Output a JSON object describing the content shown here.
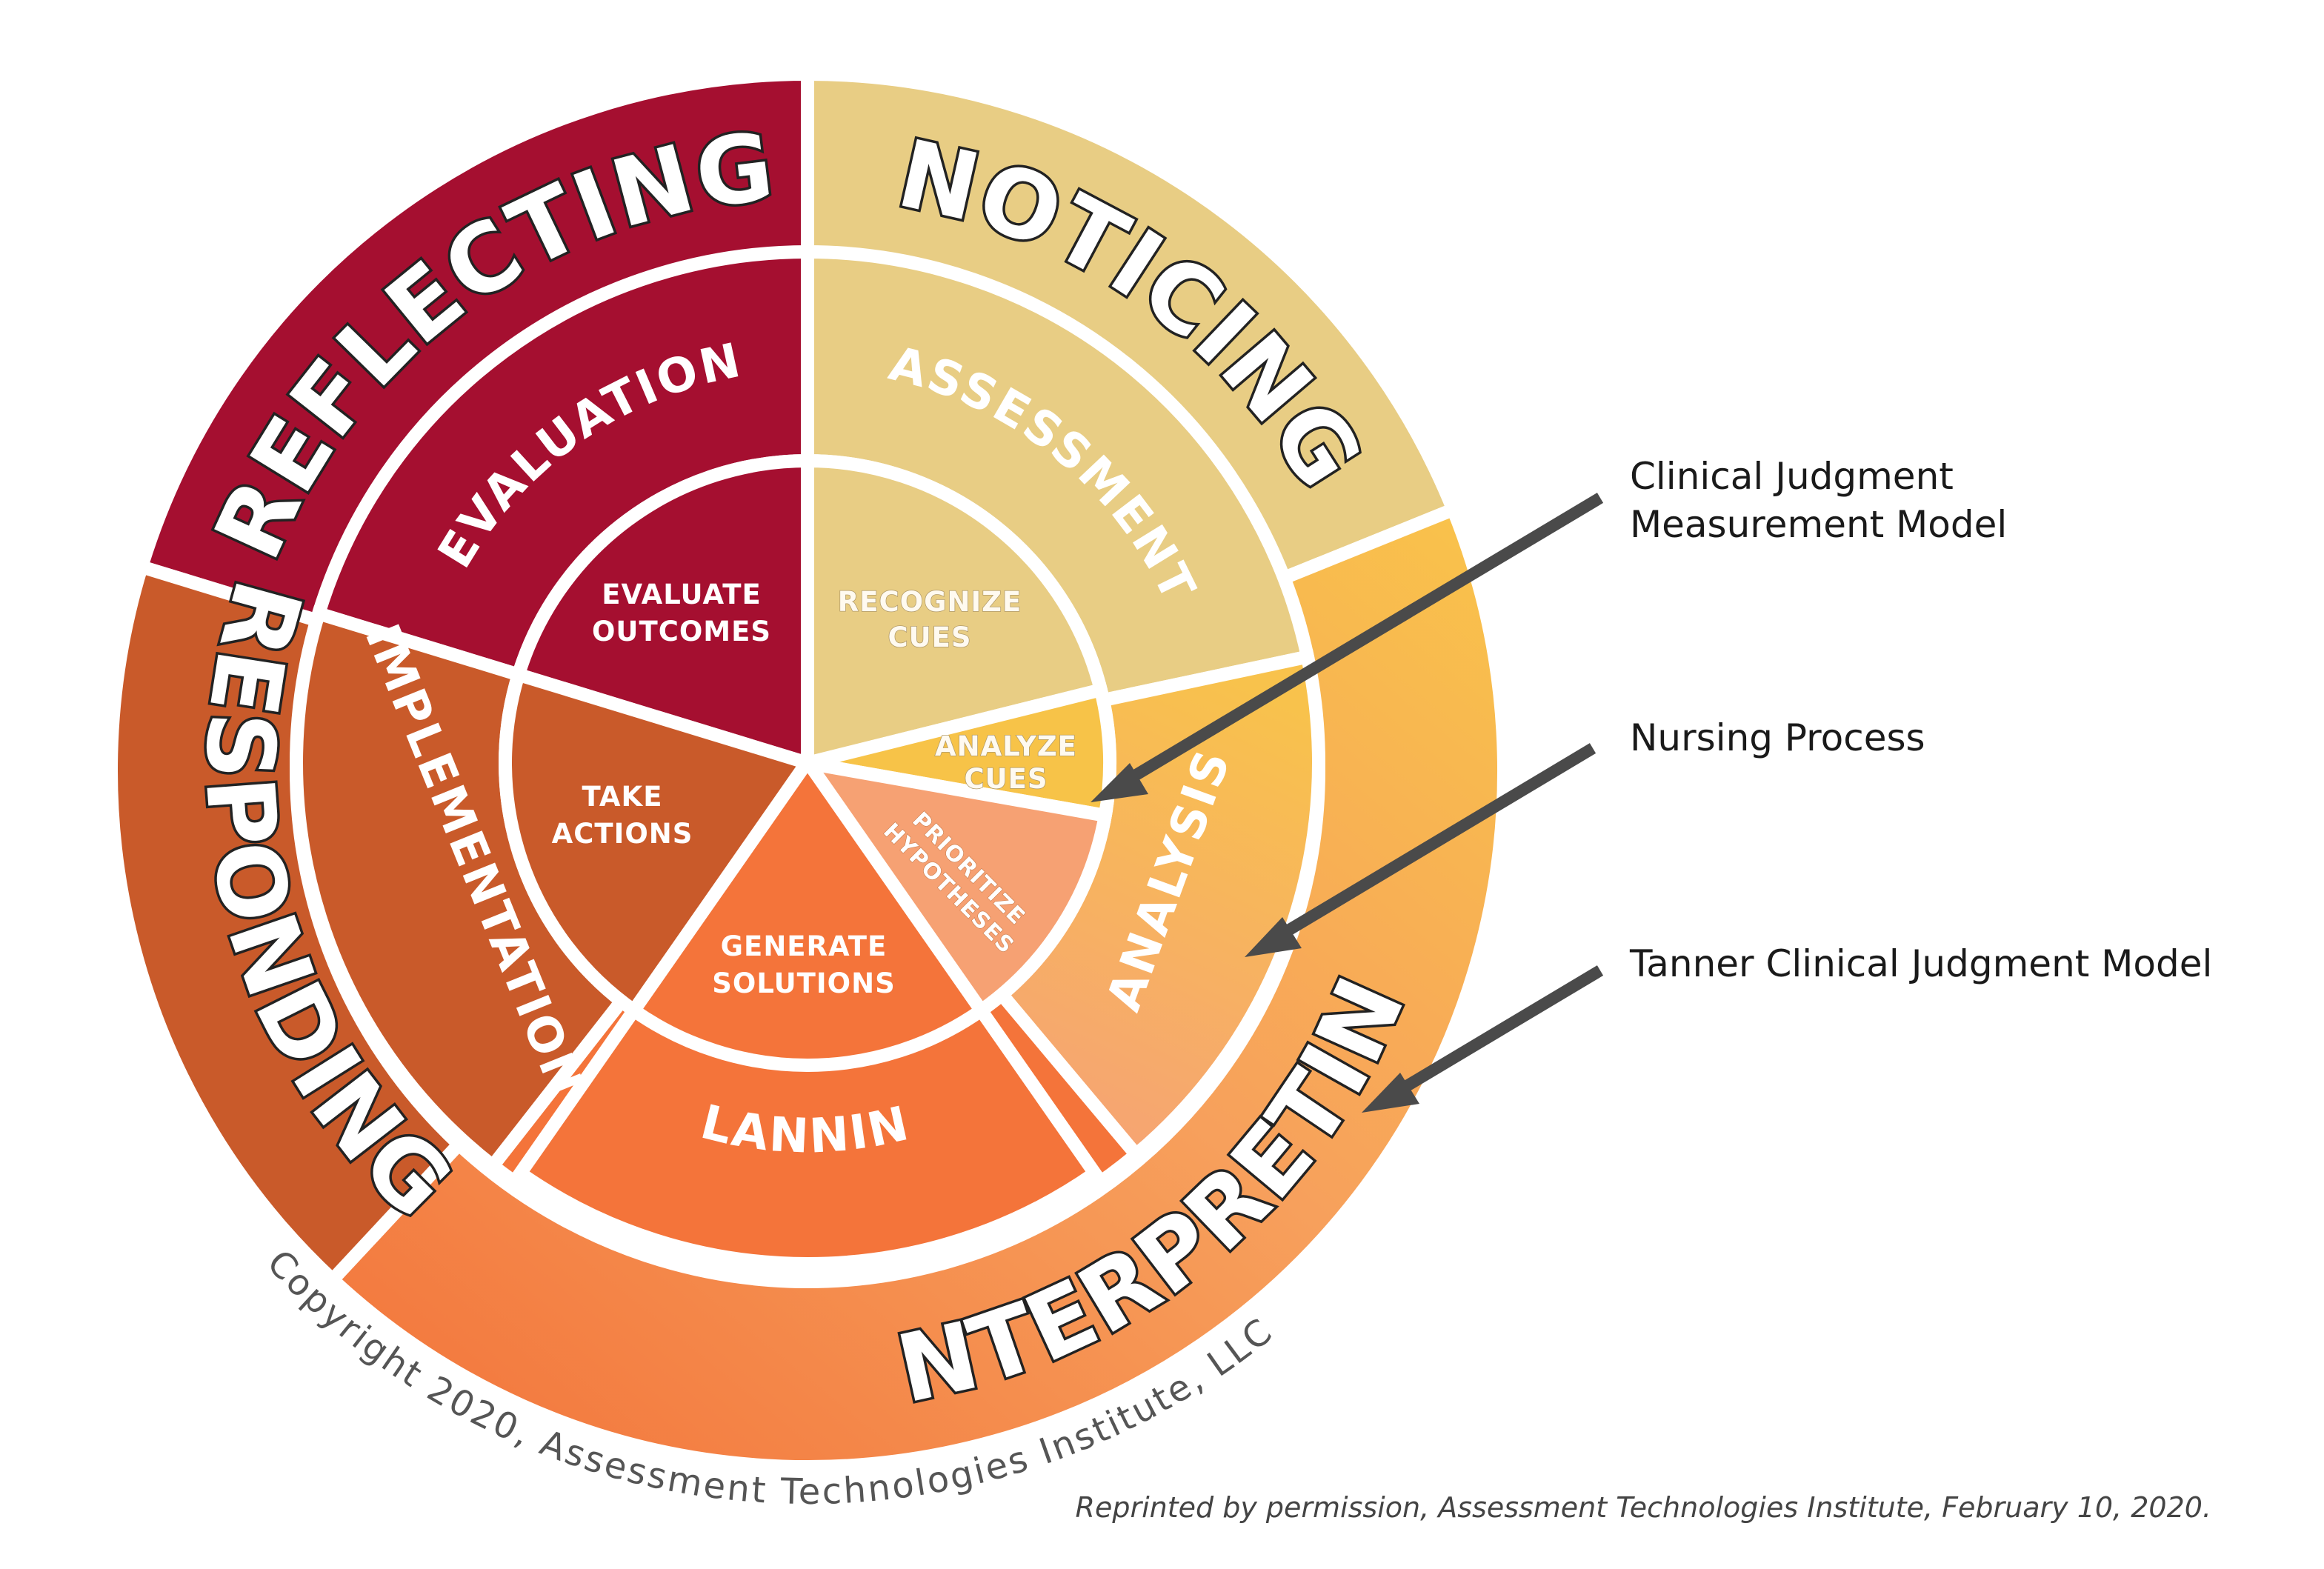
{
  "outer_ring": {
    "noticing": "NOTICING",
    "interpreting": "INTERPRETING",
    "responding": "RESPONDING",
    "reflecting": "REFLECTING"
  },
  "middle_ring": {
    "assessment": "ASSESSMENT",
    "analysis": "ANALYSIS",
    "planning": "PLANNING",
    "implementation": "IMPLEMENTATION",
    "evaluation": "EVALUATION"
  },
  "inner_ring": {
    "recognize_cues": [
      "RECOGNIZE",
      "CUES"
    ],
    "analyze_cues": [
      "ANALYZE",
      "CUES"
    ],
    "prioritize_hypotheses": [
      "PRIORITIZE",
      "HYPOTHESES"
    ],
    "generate_solutions": [
      "GENERATE",
      "SOLUTIONS"
    ],
    "take_actions": [
      "TAKE",
      "ACTIONS"
    ],
    "evaluate_outcomes": [
      "EVALUATE",
      "OUTCOMES"
    ]
  },
  "legend": {
    "cjmm": [
      "Clinical Judgment",
      "Measurement Model"
    ],
    "nursing_process": "Nursing Process",
    "tanner": "Tanner Clinical Judgment Model"
  },
  "copyright": "Copyright 2020, Assessment Technologies Institute, LLC",
  "reprint_note": "Reprinted by permission, Assessment Technologies Institute, February 10, 2020.",
  "colors": {
    "reflecting": "#a50f30",
    "responding": "#c95a2a",
    "noticing": "#e8cd84",
    "interpreting_light": "#f9c04a",
    "interpreting_dark": "#f27838",
    "analyze_cues": "#f7c348",
    "prioritize_hypotheses": "#f6a173",
    "generate_solutions": "#f4743a",
    "arrow": "#4a4a4a"
  }
}
